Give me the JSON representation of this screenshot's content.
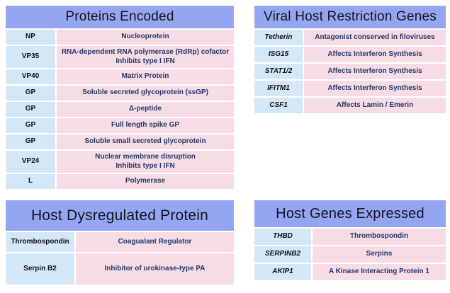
{
  "colors": {
    "header_bg": "#94a6f2",
    "label_cell_bg": "#d3e7f7",
    "desc_cell_bg": "#f8dce5",
    "header_text": "#14141c",
    "label_text": "#0f0f14",
    "desc_text": "#23376b",
    "page_bg": "#ffffff"
  },
  "tables": [
    {
      "title": "Proteins Encoded",
      "rows": [
        {
          "label": "NP",
          "desc": [
            "Nucleoprotein"
          ]
        },
        {
          "label": "VP35",
          "desc": [
            "RNA-dependent RNA polymerase (RdRp) cofactor",
            "Inhibits type I IFN"
          ]
        },
        {
          "label": "VP40",
          "desc": [
            "Matrix Protein"
          ]
        },
        {
          "label": "GP",
          "desc": [
            "Soluble secreted glycoprotein (ssGP)"
          ]
        },
        {
          "label": "GP",
          "desc": [
            "Δ-peptide"
          ]
        },
        {
          "label": "GP",
          "desc": [
            "Full length spike GP"
          ]
        },
        {
          "label": "GP",
          "desc": [
            "Soluble small secreted glycoprotein"
          ]
        },
        {
          "label": "VP24",
          "desc": [
            "Nuclear membrane disruption",
            "Inhibits type I IFN"
          ]
        },
        {
          "label": "L",
          "desc": [
            "Polymerase"
          ]
        }
      ]
    },
    {
      "title": "Viral Host Restriction Genes",
      "rows": [
        {
          "label": "Tetherin",
          "desc": [
            "Antagonist conserved in filoviruses"
          ]
        },
        {
          "label": "ISG15",
          "desc": [
            "Affects Interferon Synthesis"
          ]
        },
        {
          "label": "STAT1/2",
          "desc": [
            "Affects Interferon Synthesis"
          ]
        },
        {
          "label": "IFITM1",
          "desc": [
            "Affects Interferon Synthesis"
          ]
        },
        {
          "label": "CSF1",
          "desc": [
            "Affects Lamin / Emerin"
          ]
        }
      ]
    },
    {
      "title": "Host Dysregulated Protein",
      "rows": [
        {
          "label": "Thrombospondin",
          "desc": [
            "Coagualant Regulator"
          ]
        },
        {
          "label": "Serpin B2",
          "desc": [
            "Inhibitor of urokinase-type PA"
          ]
        }
      ]
    },
    {
      "title": "Host Genes Expressed",
      "rows": [
        {
          "label": "THBD",
          "desc": [
            "Thrombospondin"
          ]
        },
        {
          "label": "SERPINB2",
          "desc": [
            "Serpins"
          ]
        },
        {
          "label": "AKIP1",
          "desc": [
            "A Kinase Interacting Protein 1"
          ]
        }
      ]
    }
  ]
}
